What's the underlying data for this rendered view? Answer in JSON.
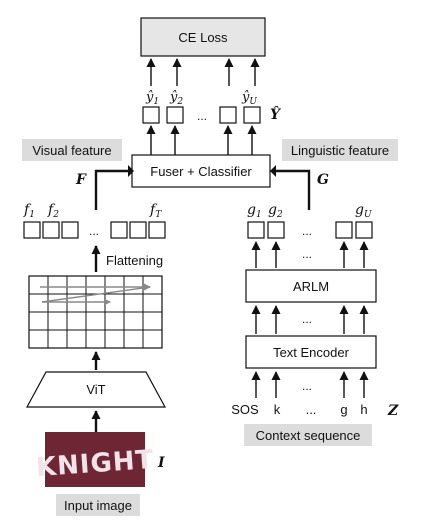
{
  "loss": {
    "label": "CE Loss"
  },
  "output": {
    "tokens": [
      "ŷ",
      "ŷ",
      "ŷ"
    ],
    "subs": [
      "1",
      "2",
      "U"
    ],
    "dots": "...",
    "set_symbol": "Ŷ"
  },
  "fuser": {
    "label": "Fuser + Classifier"
  },
  "labels": {
    "visual_feature": "Visual feature",
    "linguistic_feature": "Linguistic feature",
    "F": "F",
    "G": "G",
    "I": "I",
    "Z": "Z",
    "flattening": "Flattening",
    "input_image": "Input image",
    "context_sequence": "Context sequence"
  },
  "visual": {
    "features": [
      "f",
      "f",
      "f"
    ],
    "subs": [
      "1",
      "2",
      "T"
    ],
    "dots": "...",
    "vit": "ViT",
    "image_word": "KNIGHT"
  },
  "linguistic": {
    "features": [
      "g",
      "g",
      "g"
    ],
    "subs": [
      "1",
      "2",
      "U"
    ],
    "dots": "...",
    "arlm": "ARLM",
    "text_encoder": "Text Encoder",
    "tokens": [
      "SOS",
      "k",
      "...",
      "g",
      "h"
    ]
  },
  "colors": {
    "gray_box": "#e6e6e6",
    "label_bg": "#dcdcdc",
    "image_bg": "#7a2a3a",
    "image_text": "#f1e4e8"
  }
}
